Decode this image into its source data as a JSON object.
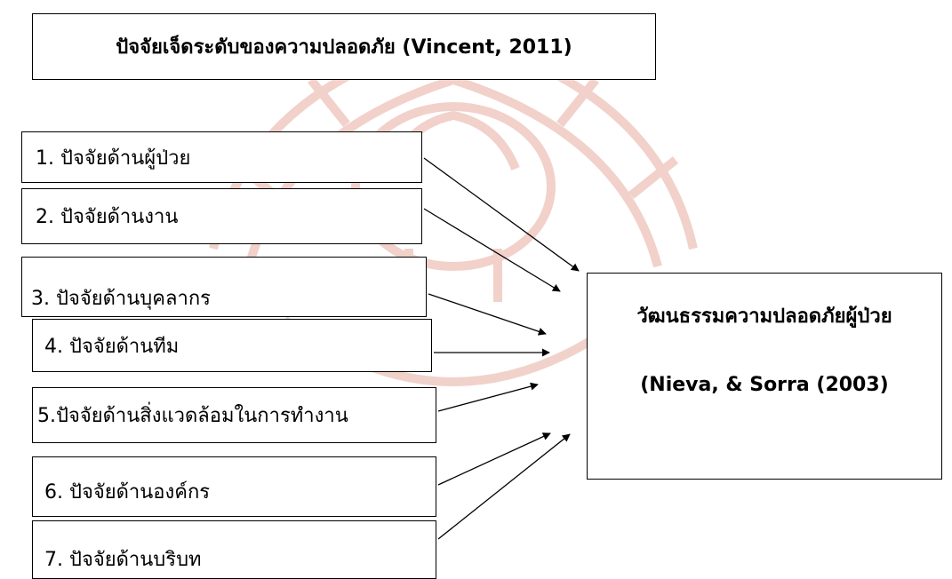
{
  "title": "ปัจจัยเจ็ดระดับของความปลอดภัย (Vincent, 2011)",
  "factors": [
    {
      "label": "1. ปัจจัยด้านผู้ป่วย"
    },
    {
      "label": "2. ปัจจัยด้านงาน"
    },
    {
      "label": "3. ปัจจัยด้านบุคลากร"
    },
    {
      "label": "4. ปัจจัยด้านทีม"
    },
    {
      "label": "5.ปัจจัยด้านสิ่งแวดล้อมในการทำงาน"
    },
    {
      "label": "6. ปัจจัยด้านองค์กร"
    },
    {
      "label": "7. ปัจจัยด้านบริบท"
    }
  ],
  "result": {
    "title": "วัฒนธรรมความปลอดภัยผู้ป่วย",
    "reference": "(Nieva, & Sorra (2003)"
  },
  "colors": {
    "watermark": "#e8b4a8",
    "line": "#000000"
  }
}
